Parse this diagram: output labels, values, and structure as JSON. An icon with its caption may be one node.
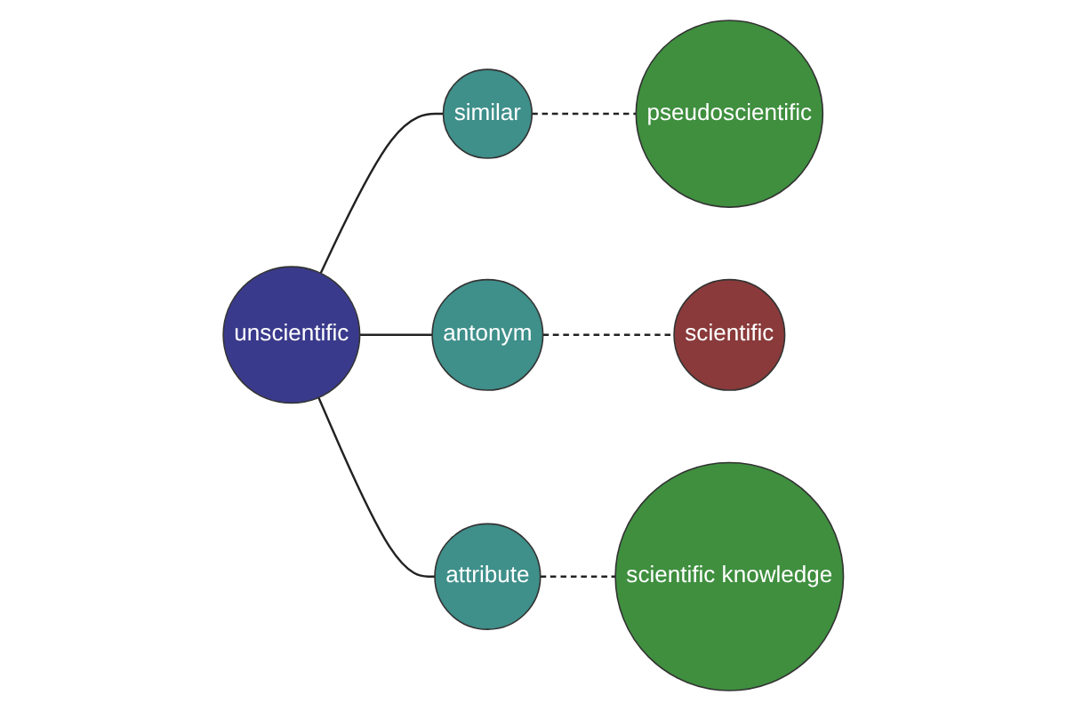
{
  "diagram": {
    "nodes": [
      {
        "text": [
          "unscientific"
        ]
      },
      {
        "text": [
          "similar"
        ]
      },
      {
        "text": [
          "antonym"
        ]
      },
      {
        "text": [
          "attribute"
        ]
      },
      {
        "text": [
          "scientific"
        ]
      },
      {
        "text": [
          "pseudoscientific"
        ]
      },
      {
        "text": [
          "scientific knowledge"
        ]
      }
    ],
    "edges": [
      {
        "from": 0,
        "to": 1,
        "arrow": "none"
      },
      {
        "from": 0,
        "to": 2,
        "arrow": "none"
      },
      {
        "from": 0,
        "to": 3,
        "arrow": "none"
      },
      {
        "from": 1,
        "to": 5,
        "arrow": "none",
        "style": "dashed"
      },
      {
        "from": 2,
        "to": 4,
        "arrow": "none",
        "style": "dashed"
      },
      {
        "from": 3,
        "to": 6,
        "arrow": "none",
        "style": "dashed"
      }
    ]
  }
}
